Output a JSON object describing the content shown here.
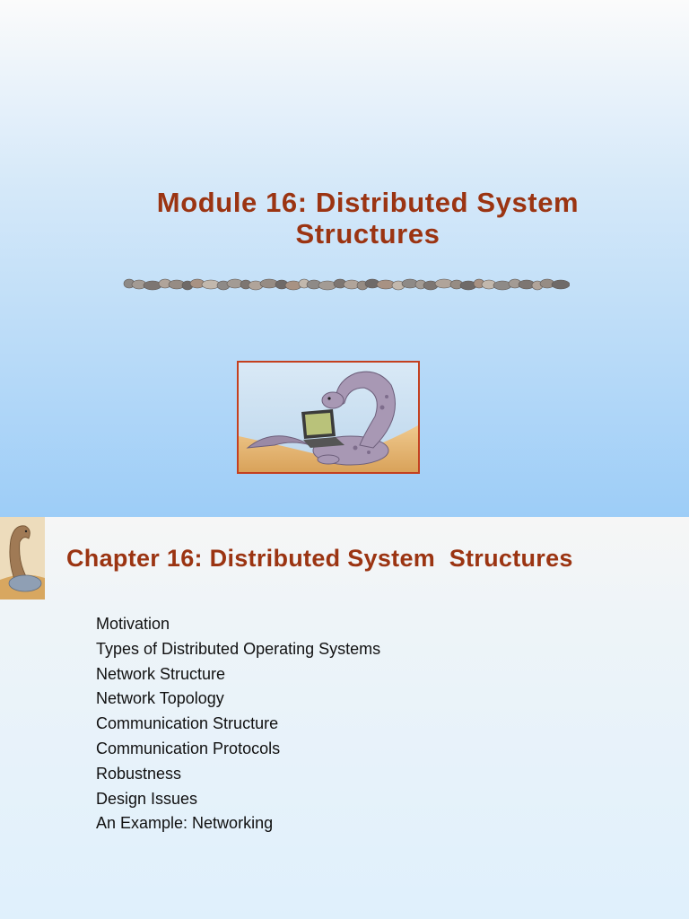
{
  "slide1": {
    "title_line1": "Module 16:  Distributed System",
    "title_line2": "Structures"
  },
  "slide2": {
    "title": "Chapter 16: Distributed System  Structures",
    "topics": [
      "Motivation",
      "Types of Distributed Operating Systems",
      "Network Structure",
      "Network Topology",
      "Communication Structure",
      "Communication Protocols",
      "Robustness",
      "Design Issues",
      "An Example: Networking"
    ]
  },
  "colors": {
    "title": "#9b3412",
    "frame_border": "#c4401f"
  }
}
